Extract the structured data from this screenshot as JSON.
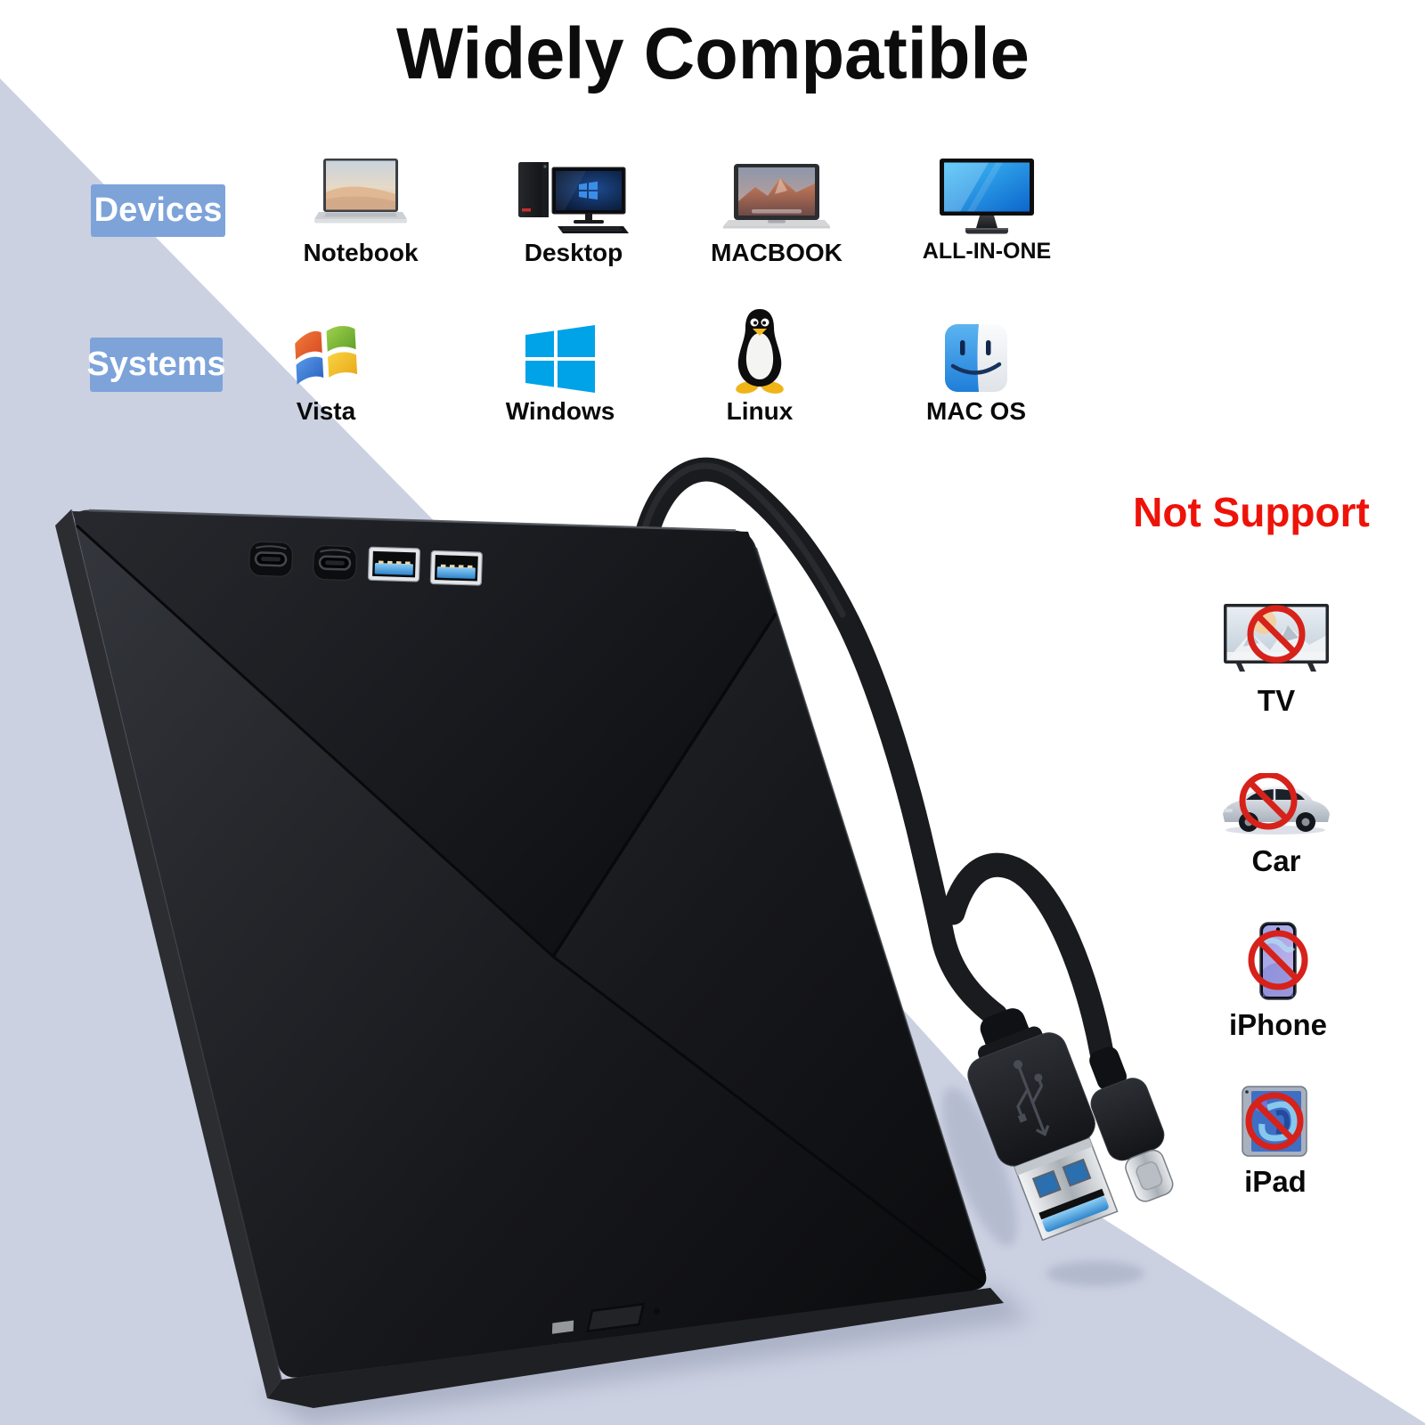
{
  "title": "Widely Compatible",
  "compat": {
    "devices": {
      "badge": "Devices",
      "items": [
        {
          "label": "Notebook",
          "icon": "notebook-icon"
        },
        {
          "label": "Desktop",
          "icon": "desktop-icon"
        },
        {
          "label": "MACBOOK",
          "icon": "macbook-icon"
        },
        {
          "label": "ALL-IN-ONE",
          "icon": "all-in-one-icon"
        }
      ]
    },
    "systems": {
      "badge": "Systems",
      "items": [
        {
          "label": "Vista",
          "icon": "vista-logo-icon"
        },
        {
          "label": "Windows",
          "icon": "windows-logo-icon"
        },
        {
          "label": "Linux",
          "icon": "linux-tux-icon"
        },
        {
          "label": "MAC OS",
          "icon": "mac-os-finder-icon"
        }
      ]
    }
  },
  "not_support": {
    "heading": "Not Support",
    "items": [
      {
        "label": "TV",
        "icon": "tv-icon"
      },
      {
        "label": "Car",
        "icon": "car-icon"
      },
      {
        "label": "iPhone",
        "icon": "iphone-icon"
      },
      {
        "label": "iPad",
        "icon": "ipad-icon"
      }
    ]
  },
  "product": {
    "top_ports": [
      "usb-c-port",
      "usb-c-port",
      "usb-a-port",
      "usb-a-port"
    ],
    "cable_plugs": [
      "usb-a-plug",
      "usb-c-plug"
    ]
  },
  "colors": {
    "badge_blue": "#7da3d9",
    "background_lavender": "#cbd1e1",
    "not_support_red": "#ee1309",
    "title_black": "#0c0c0c"
  }
}
